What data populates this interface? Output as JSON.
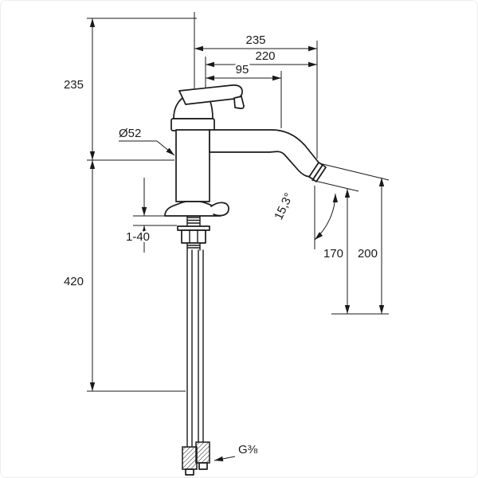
{
  "dims": {
    "overall_width": "235",
    "spout_reach": "220",
    "handle_offset": "95",
    "height_above": "235",
    "height_below": "420",
    "body_diameter": "Ø52",
    "mounting_thickness": "1-40",
    "spout_angle": "15,3°",
    "outlet_height": "170",
    "spout_height": "200",
    "connection_thread": "G⅜"
  },
  "colors": {
    "ink": "#1a1a1a",
    "background": "#ffffff"
  }
}
